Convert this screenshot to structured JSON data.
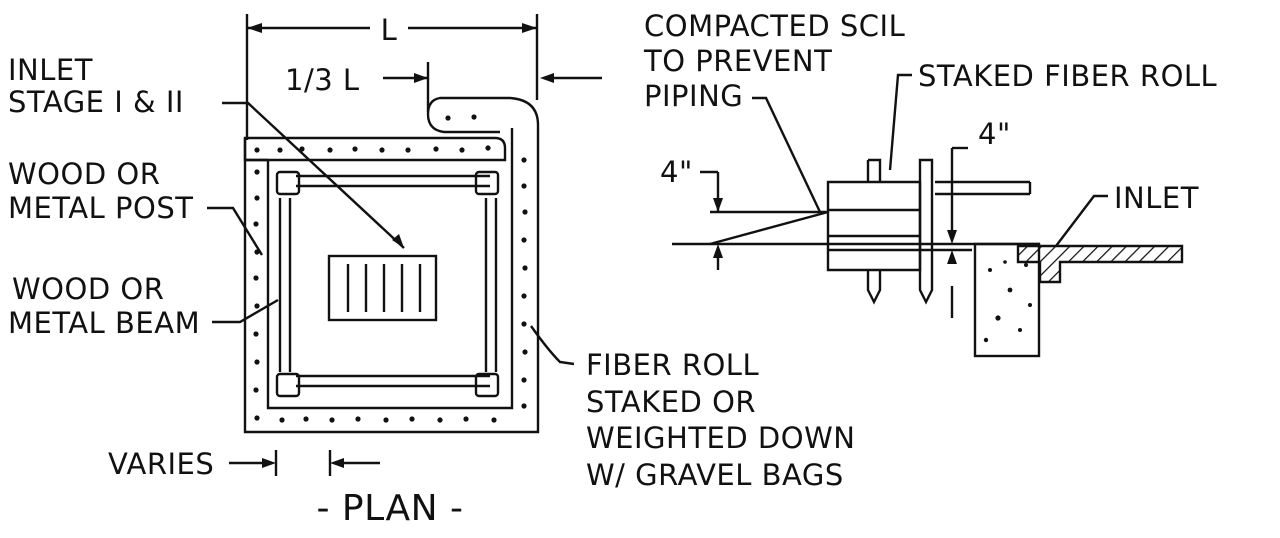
{
  "plan": {
    "dim_length": "L",
    "dim_third": "1/3 L",
    "label_inlet": [
      "INLET",
      "STAGE I & II"
    ],
    "label_post": [
      "WOOD OR",
      "METAL POST"
    ],
    "label_beam": [
      "WOOD OR",
      "METAL BEAM"
    ],
    "label_fiber_roll": [
      "FIBER ROLL",
      "STAKED OR",
      "WEIGHTED DOWN",
      "W/ GRAVEL BAGS"
    ],
    "label_varies": "VARIES",
    "title": "- PLAN -"
  },
  "section": {
    "label_compacted": [
      "COMPACTED SCIL",
      "TO PREVENT",
      "PIPING"
    ],
    "label_staked": "STAKED FIBER ROLL",
    "dim_left": "4\"",
    "dim_right": "4\"",
    "label_inlet": "INLET"
  }
}
